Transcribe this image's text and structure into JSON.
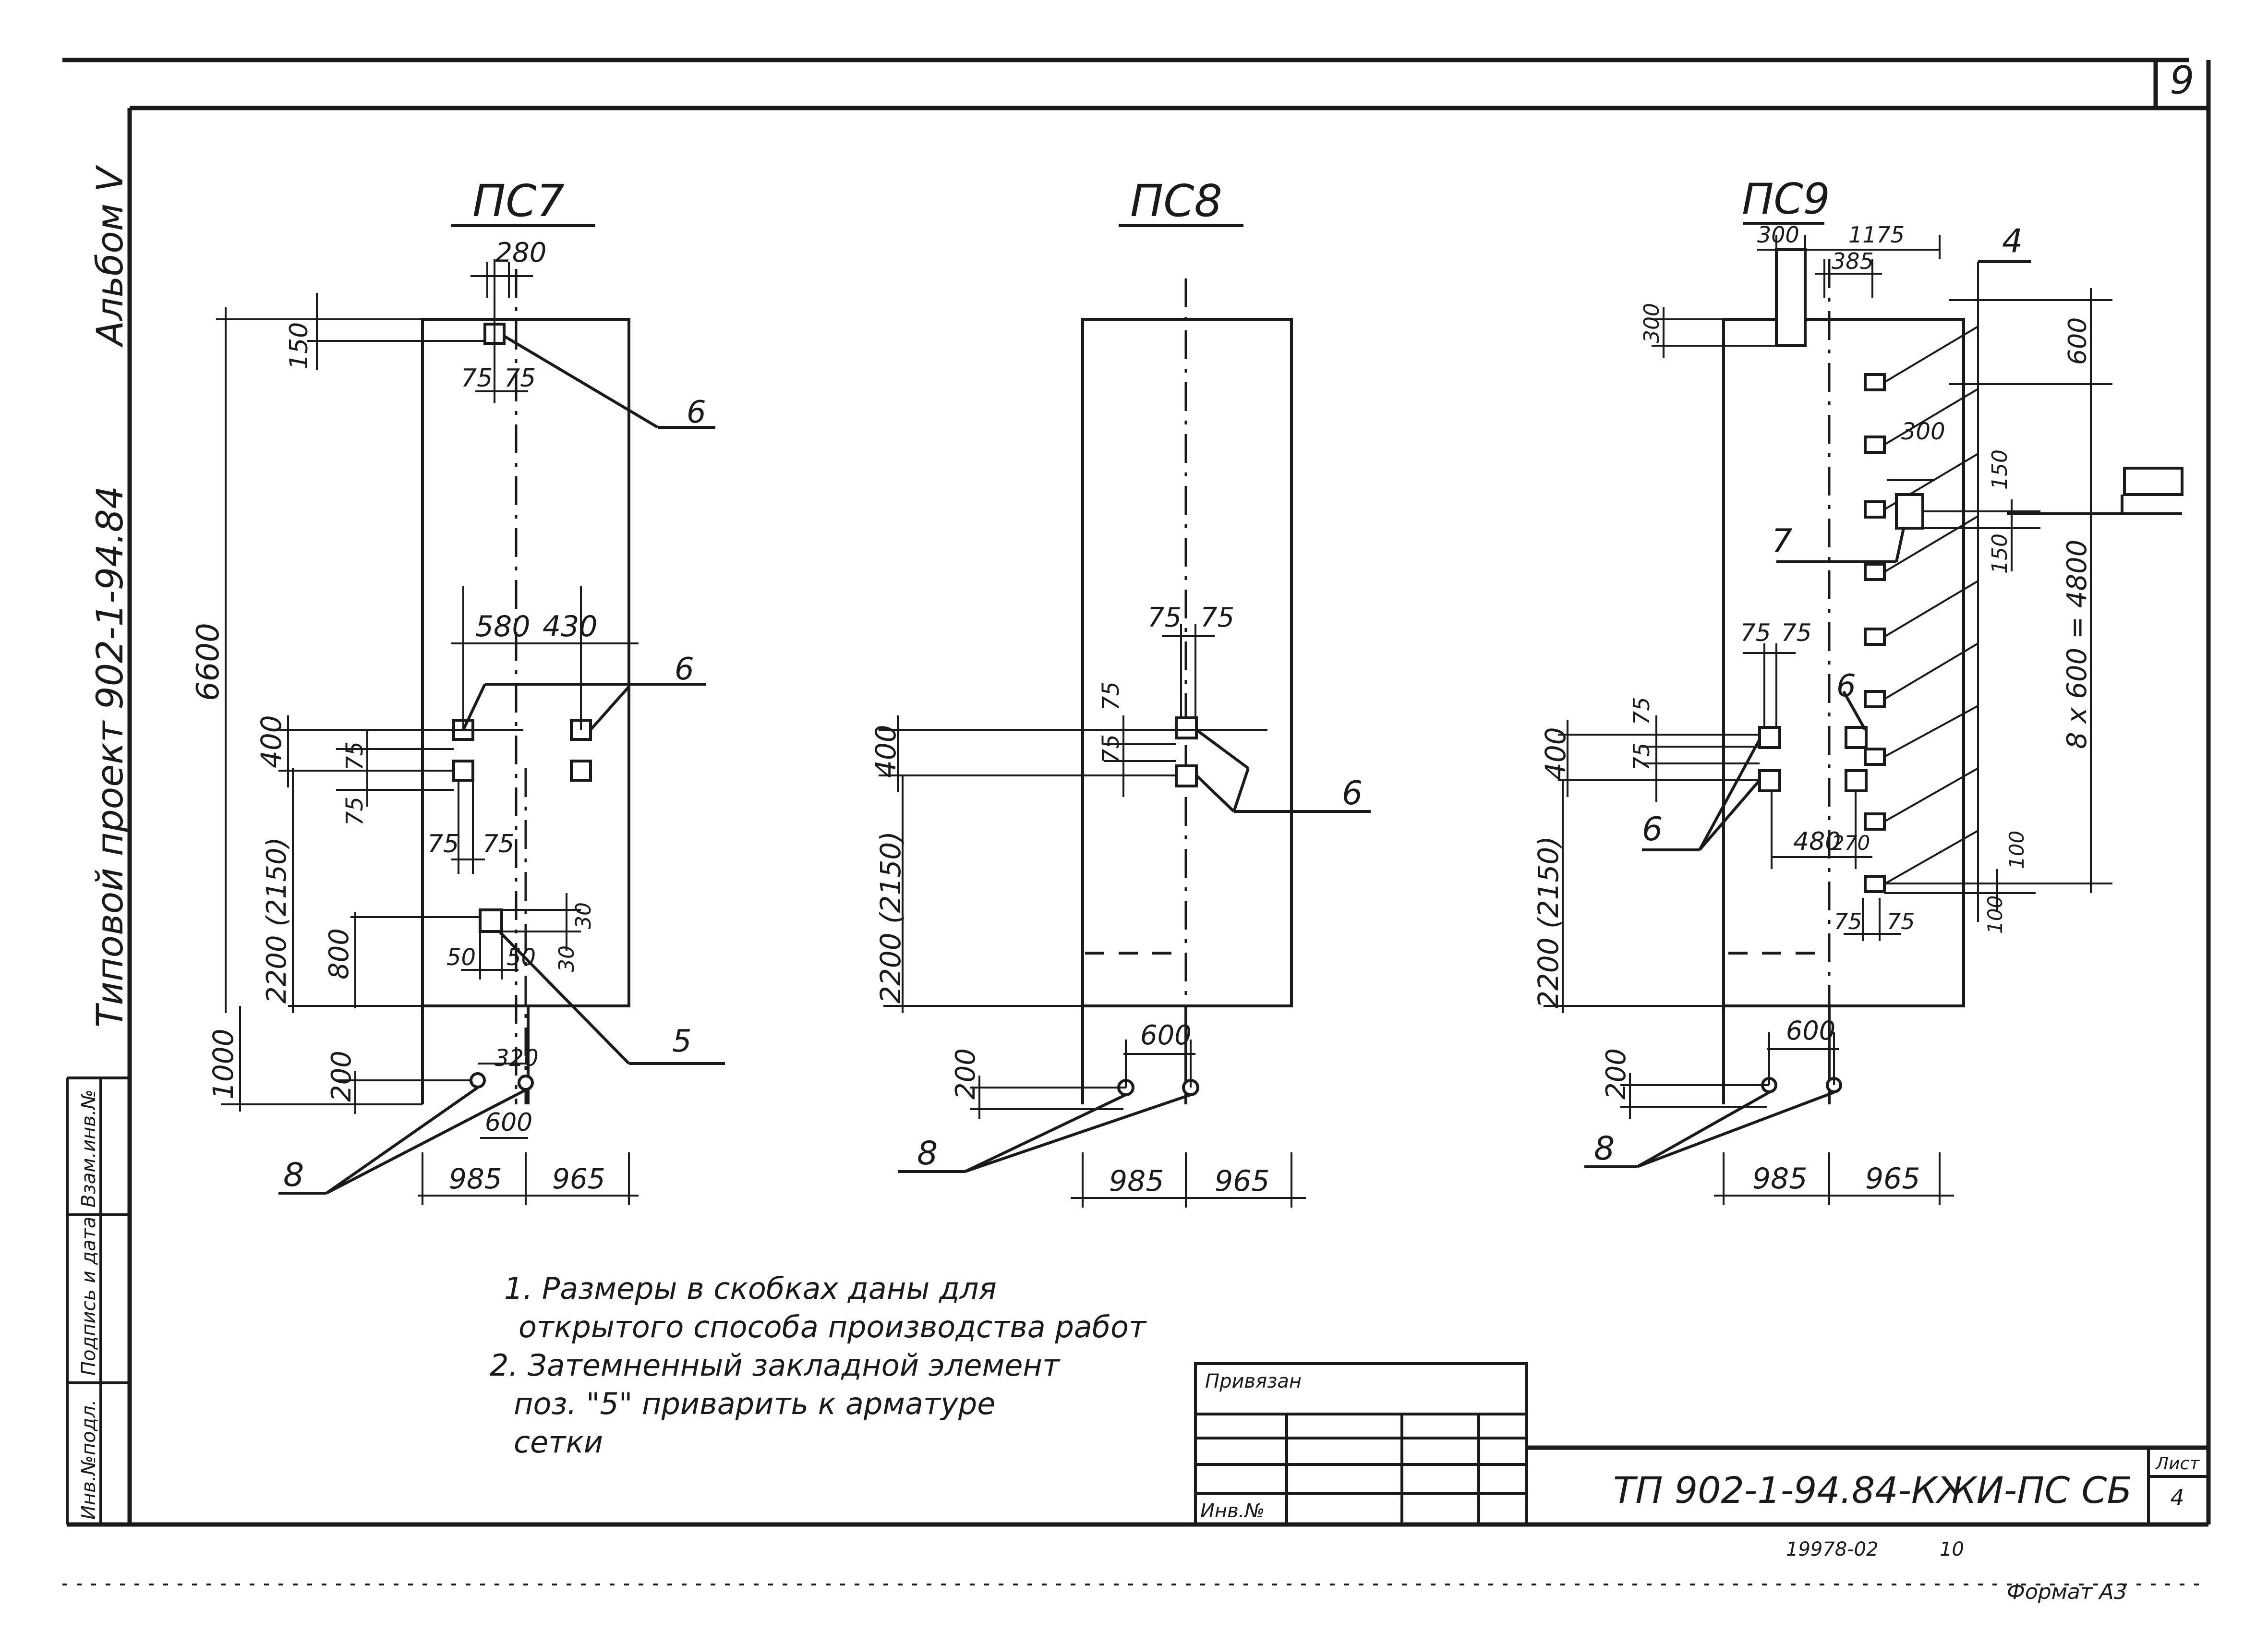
{
  "sheet_number": "9",
  "side_titles": {
    "album": "Альбом V",
    "project": "Типовой проект 902-1-94.84"
  },
  "side_stamps": [
    "Инв.№подл.",
    "Подпись и дата",
    "Взам.инв.№"
  ],
  "panels": {
    "pc7": {
      "title": "ПС7",
      "dims": {
        "top_width": "280",
        "top_offset": "150",
        "top_75a": "75",
        "top_75b": "75",
        "height_total": "6600",
        "mid_580": "580",
        "mid_430": "430",
        "h_400": "400",
        "v_75a": "75",
        "v_75b": "75",
        "h_2200": "2200 (2150)",
        "low_75a": "75",
        "low_75b": "75",
        "h_800": "800",
        "d_30a": "30",
        "d_30b": "30",
        "d_50a": "50",
        "d_50b": "50",
        "d_320": "320",
        "d_600": "600",
        "d_1000": "1000",
        "d_200": "200",
        "base_985": "985",
        "base_965": "965"
      },
      "callouts": {
        "c6_top": "6",
        "c6_mid": "6",
        "c5": "5",
        "c8": "8"
      }
    },
    "pc8": {
      "title": "ПС8",
      "dims": {
        "d_75a": "75",
        "d_75b": "75",
        "v_75a": "75",
        "v_75b": "75",
        "h_400": "400",
        "h_2200": "2200 (2150)",
        "d_600": "600",
        "d_200": "200",
        "base_985": "985",
        "base_965": "965"
      },
      "callouts": {
        "c6": "6",
        "c8": "8"
      }
    },
    "pc9": {
      "title": "ПС9",
      "dims": {
        "top_300": "300",
        "top_1175": "1175",
        "top_385": "385",
        "left_300": "300",
        "r_600": "600",
        "r_300": "300",
        "r_150a": "150",
        "r_150b": "150",
        "r_8x600": "8 х 600 = 4800",
        "r_100a": "100",
        "r_100b": "100",
        "b_75a": "75",
        "b_75b": "75",
        "m_75a": "75",
        "m_75b": "75",
        "v_75a": "75",
        "v_75b": "75",
        "h_400": "400",
        "d_480": "480",
        "d_270": "270",
        "h_2200": "2200 (2150)",
        "d_600": "600",
        "d_200": "200",
        "base_985": "985",
        "base_965": "965"
      },
      "callouts": {
        "c4": "4",
        "c7": "7",
        "c6a": "6",
        "c6b": "6",
        "c8": "8"
      }
    }
  },
  "notes": [
    "1. Размеры в скобках даны для",
    "открытого способа производства работ",
    "2. Затемненный закладной элемент",
    "поз. \"5\" приварить к арматуре",
    "сетки"
  ],
  "title_block": {
    "binding_label": "Привязан",
    "inv_label": "Инв.№",
    "designation": "ТП 902-1-94.84-КЖИ-ПС СБ",
    "sheet_label": "Лист",
    "sheet_value": "4"
  },
  "footer": {
    "code": "19978-02",
    "number": "10",
    "format": "Формат А3"
  }
}
